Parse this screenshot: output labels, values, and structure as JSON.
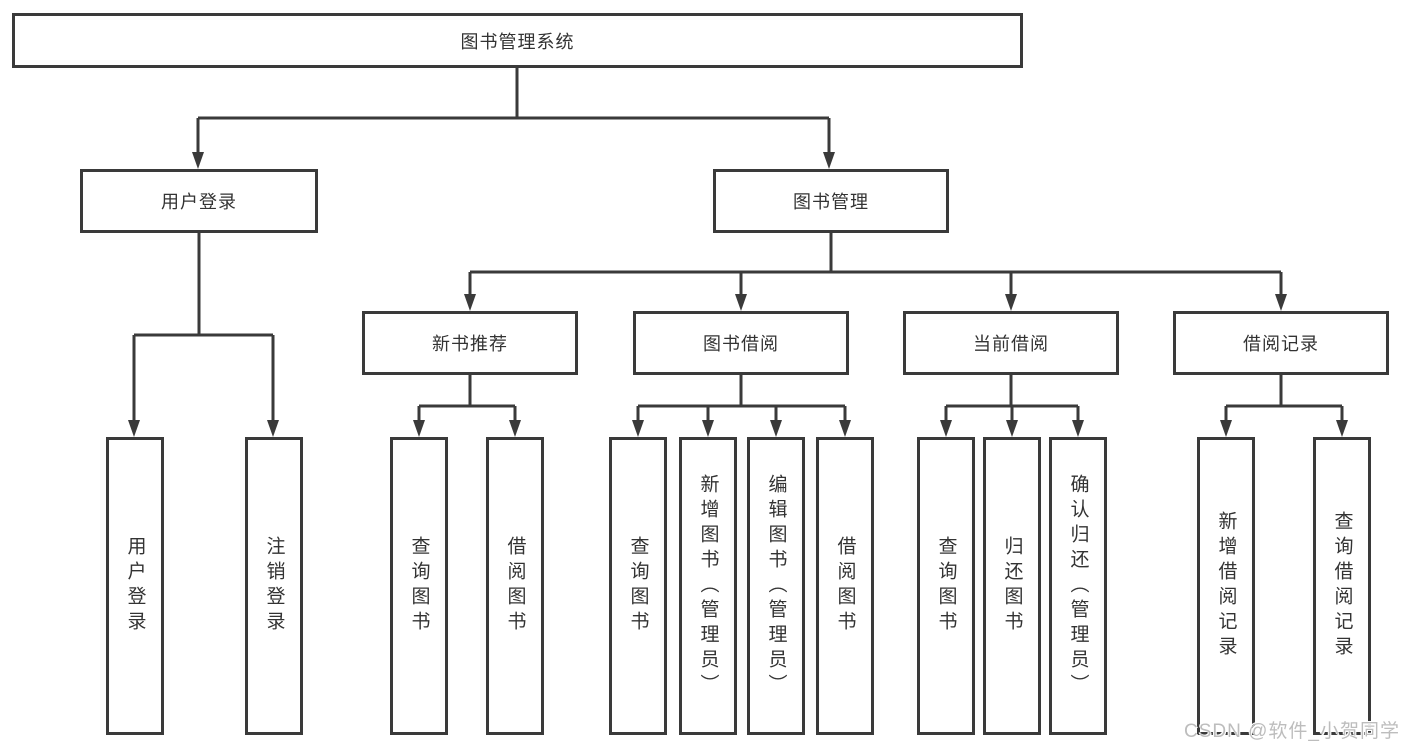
{
  "root": {
    "label": "图书管理系统"
  },
  "level2": [
    {
      "label": "用户登录",
      "leaves": [
        "用户登录",
        "注销登录"
      ]
    },
    {
      "label": "图书管理"
    }
  ],
  "level3": [
    {
      "label": "新书推荐",
      "leaves": [
        "查询图书",
        "借阅图书"
      ]
    },
    {
      "label": "图书借阅",
      "leaves": [
        "查询图书",
        "新增图书（管理员）",
        "编辑图书（管理员）",
        "借阅图书"
      ]
    },
    {
      "label": "当前借阅",
      "leaves": [
        "查询图书",
        "归还图书",
        "确认归还（管理员）"
      ]
    },
    {
      "label": "借阅记录",
      "leaves": [
        "新增借阅记录",
        "查询借阅记录"
      ]
    }
  ],
  "watermark": {
    "text": "CSDN @软件_小贺同学"
  },
  "colors": {
    "box_border": "#3a3a3a",
    "connector": "#3a3a3a",
    "text": "#333333",
    "background": "#ffffff",
    "watermark": "#bdbdbd"
  }
}
